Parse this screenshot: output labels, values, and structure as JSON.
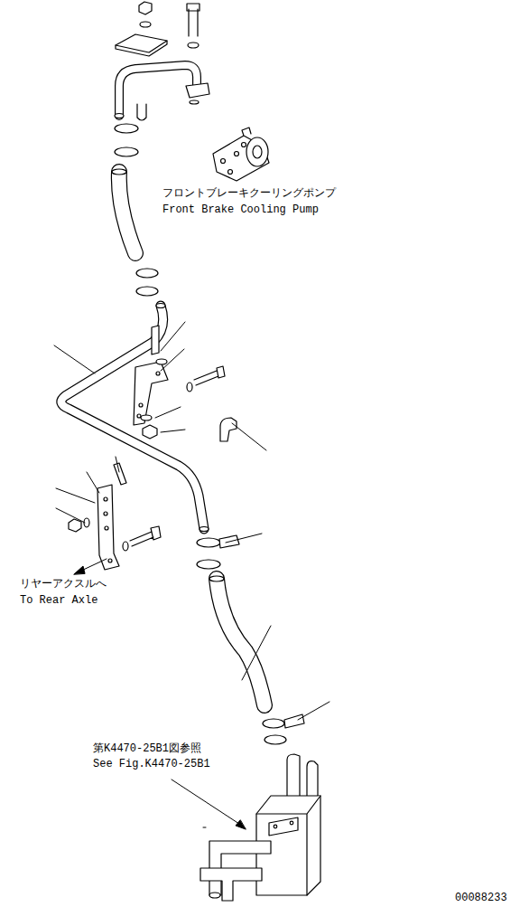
{
  "diagram": {
    "labels": [
      "フロントブレーキクーリングポンプ",
      "Front Brake Cooling Pump",
      "リヤーアクスルへ",
      "To Rear Axle",
      "第K4470-25B1図参照",
      "See Fig.K4470-25B1",
      "00088233"
    ]
  }
}
